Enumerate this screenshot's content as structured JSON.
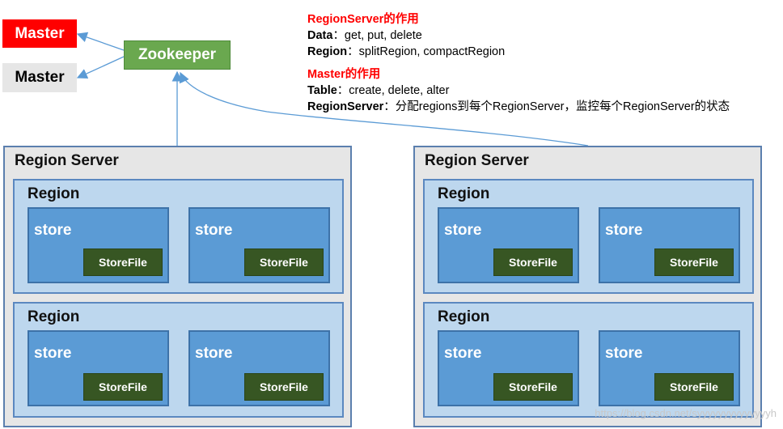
{
  "masters": [
    {
      "label": "Master",
      "state": "active",
      "color": "#ff0000"
    },
    {
      "label": "Master",
      "state": "standby",
      "color": "#e6e6e6"
    }
  ],
  "zookeeper": {
    "label": "Zookeeper",
    "color": "#6aa84f"
  },
  "info": {
    "rs_title": "RegionServer的作用",
    "rs_line1_key": "Data",
    "rs_line1_text": "：get, put, delete",
    "rs_line2_key": "Region",
    "rs_line2_text": "：splitRegion, compactRegion",
    "master_title": "Master的作用",
    "m_line1_key": "Table",
    "m_line1_text": "：create, delete, alter",
    "m_line2_key": "RegionServer",
    "m_line2_text": "：分配regions到每个RegionServer，监控每个RegionServer的状态"
  },
  "servers": [
    {
      "label": "Region Server",
      "regions": [
        {
          "label": "Region",
          "stores": [
            {
              "label": "store",
              "file": "StoreFile"
            },
            {
              "label": "store",
              "file": "StoreFile"
            }
          ]
        },
        {
          "label": "Region",
          "stores": [
            {
              "label": "store",
              "file": "StoreFile"
            },
            {
              "label": "store",
              "file": "StoreFile"
            }
          ]
        }
      ]
    },
    {
      "label": "Region Server",
      "regions": [
        {
          "label": "Region",
          "stores": [
            {
              "label": "store",
              "file": "StoreFile"
            },
            {
              "label": "store",
              "file": "StoreFile"
            }
          ]
        },
        {
          "label": "Region",
          "stores": [
            {
              "label": "store",
              "file": "StoreFile"
            },
            {
              "label": "store",
              "file": "StoreFile"
            }
          ]
        }
      ]
    }
  ],
  "watermark": "https://blog.csdn.net/syyyyyyyyyyyyyyh",
  "colors": {
    "connector": "#5b9bd5",
    "server_bg": "#e6e6e6",
    "region_bg": "#bdd7ee",
    "store_bg": "#5b9bd5",
    "storefile_bg": "#375623"
  }
}
